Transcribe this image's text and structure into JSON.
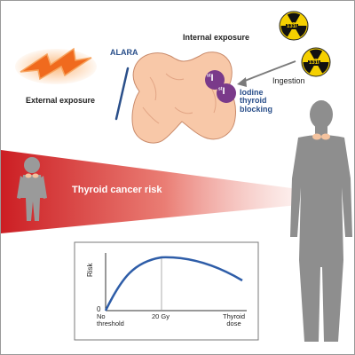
{
  "labels": {
    "external_exposure": "External exposure",
    "alara": "ALARA",
    "internal_exposure": "Internal exposure",
    "ingestion": "Ingestion",
    "iodine_blocking_line1": "Iodine",
    "iodine_blocking_line2": "thyroid",
    "iodine_blocking_line3": "blocking",
    "iodine_symbol": "I",
    "iodine_mass_prefix": "st",
    "radioactive_isotope": "131I",
    "thyroid_cancer_risk": "Thyroid cancer risk"
  },
  "chart": {
    "ylabel": "Risk",
    "origin_label": "0",
    "x_tick_no_threshold_line1": "No",
    "x_tick_no_threshold_line2": "threshold",
    "x_tick_20gy": "20 Gy",
    "xlabel_line1": "Thyroid",
    "xlabel_line2": "dose"
  },
  "colors": {
    "risk_gradient_start": "#cc1e23",
    "risk_gradient_end": "#fbe8e5",
    "thyroid_fill": "#f8c8a8",
    "iodine_dot": "#7a3a8a",
    "radiation_yellow": "#f5d000",
    "lightning": "#f06a1e",
    "figure_gray": "#8e8e8e",
    "curve": "#2e5da8"
  },
  "icons": [
    "lightning-icon",
    "radiation-trefoil-icon",
    "thyroid-gland-icon",
    "child-silhouette-icon",
    "adult-silhouette-icon"
  ]
}
